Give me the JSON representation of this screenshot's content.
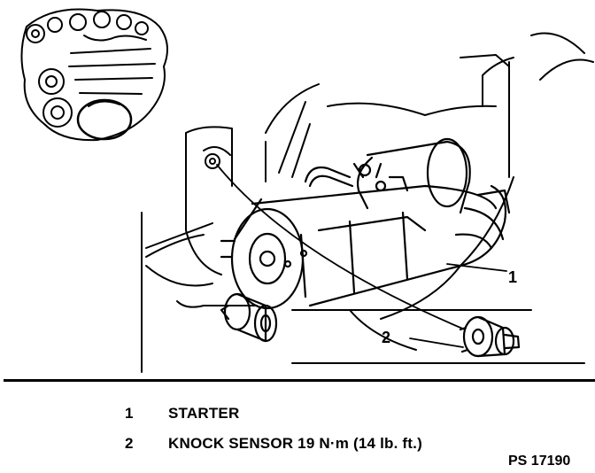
{
  "callouts": {
    "c1": "1",
    "c2": "2"
  },
  "legend": [
    {
      "number": "1",
      "text": "STARTER"
    },
    {
      "number": "2",
      "text": "KNOCK SENSOR 19 N·m (14 lb. ft.)"
    }
  ],
  "figure_ref": "PS 17190"
}
